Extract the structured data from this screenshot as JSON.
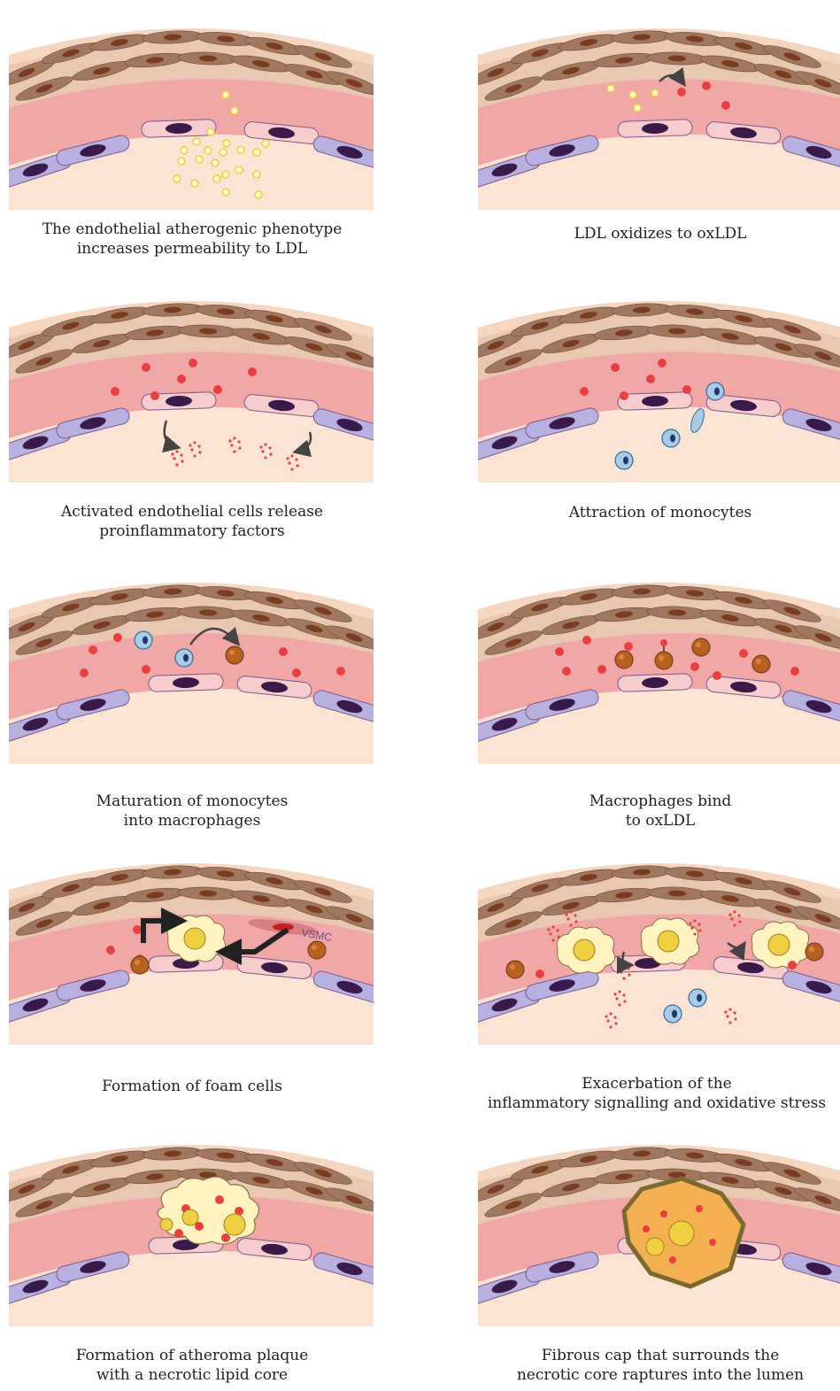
{
  "panels": [
    {
      "id": "p1",
      "caption": [
        "The endothelial atherogenic phenotype",
        "increases permeability to LDL"
      ]
    },
    {
      "id": "p2",
      "caption": [
        "LDL oxidizes to oxLDL"
      ]
    },
    {
      "id": "p3",
      "caption": [
        "Activated endothelial cells release",
        "proinflammatory factors"
      ]
    },
    {
      "id": "p4",
      "caption": [
        "Attraction of monocytes"
      ]
    },
    {
      "id": "p5",
      "caption": [
        "Maturation of monocytes",
        "into macrophages"
      ]
    },
    {
      "id": "p6",
      "caption": [
        "Macrophages bind",
        "to oxLDL"
      ]
    },
    {
      "id": "p7",
      "caption": [
        "Formation of foam cells"
      ],
      "vsmc_label": "VSMC"
    },
    {
      "id": "p8",
      "caption": [
        "Exacerbation of the",
        "inflammatory signalling and oxidative stress"
      ]
    },
    {
      "id": "p9",
      "caption": [
        "Formation of atheroma plaque",
        "with a necrotic lipid core"
      ]
    },
    {
      "id": "p10",
      "caption": [
        "Fibrous cap that surrounds the",
        "necrotic core raptures into the lumen"
      ]
    }
  ],
  "colors": {
    "smooth_muscle": "#a07860",
    "smooth_muscle_nucleus": "#7a3c1e",
    "intima": "#f2a7a7",
    "lumen": "#fbe4d4",
    "endothelial": "#f6cccc",
    "endothelial_blue": "#b7b0e0",
    "nucleus": "#3a1a4a",
    "ldl": "#f0d040",
    "oxldl": "#e84040",
    "monocyte": "#a8cce8",
    "macrophage": "#b86020",
    "foam": "#fff4c0"
  }
}
